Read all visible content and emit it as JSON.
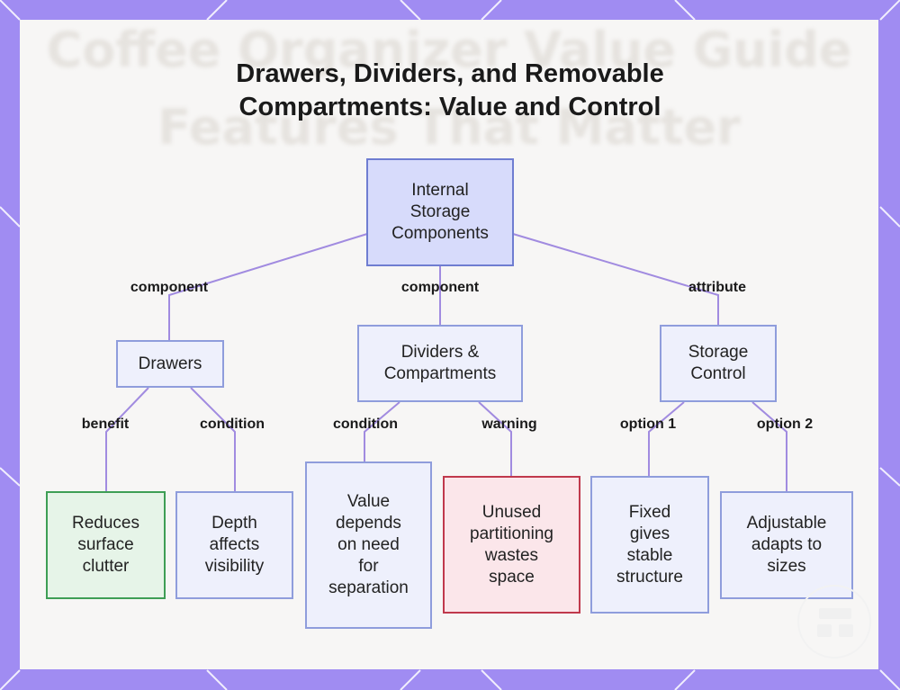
{
  "background_text": [
    "Coffee Organizer Value Guide",
    "Features That Matter"
  ],
  "title_lines": [
    "Drawers, Dividers, and Removable",
    "Compartments: Value and Control"
  ],
  "colors": {
    "frame": "#a08cf2",
    "node_fill": "#eef0fc",
    "node_border": "#8f9ddc",
    "root_fill": "#d7dbfb",
    "edge": "#a18be0",
    "benefit_border": "#3e9e55",
    "warning_border": "#c0394c"
  },
  "nodes": {
    "root": "Internal\nStorage\nComponents",
    "drawers": "Drawers",
    "dividers": "Dividers &\nCompartments",
    "storage_control": "Storage\nControl",
    "reduces_clutter": "Reduces\nsurface\nclutter",
    "depth_visibility": "Depth\naffects\nvisibility",
    "value_depends": "Value\ndepends\non need\nfor\nseparation",
    "unused_partitioning": "Unused\npartitioning\nwastes\nspace",
    "fixed_structure": "Fixed\ngives\nstable\nstructure",
    "adjustable_sizes": "Adjustable\nadapts to\nsizes"
  },
  "edge_labels": {
    "root_drawers": "component",
    "root_dividers": "component",
    "root_storage": "attribute",
    "drawers_benefit": "benefit",
    "drawers_condition": "condition",
    "dividers_condition": "condition",
    "dividers_warning": "warning",
    "storage_option1": "option 1",
    "storage_option2": "option 2"
  }
}
